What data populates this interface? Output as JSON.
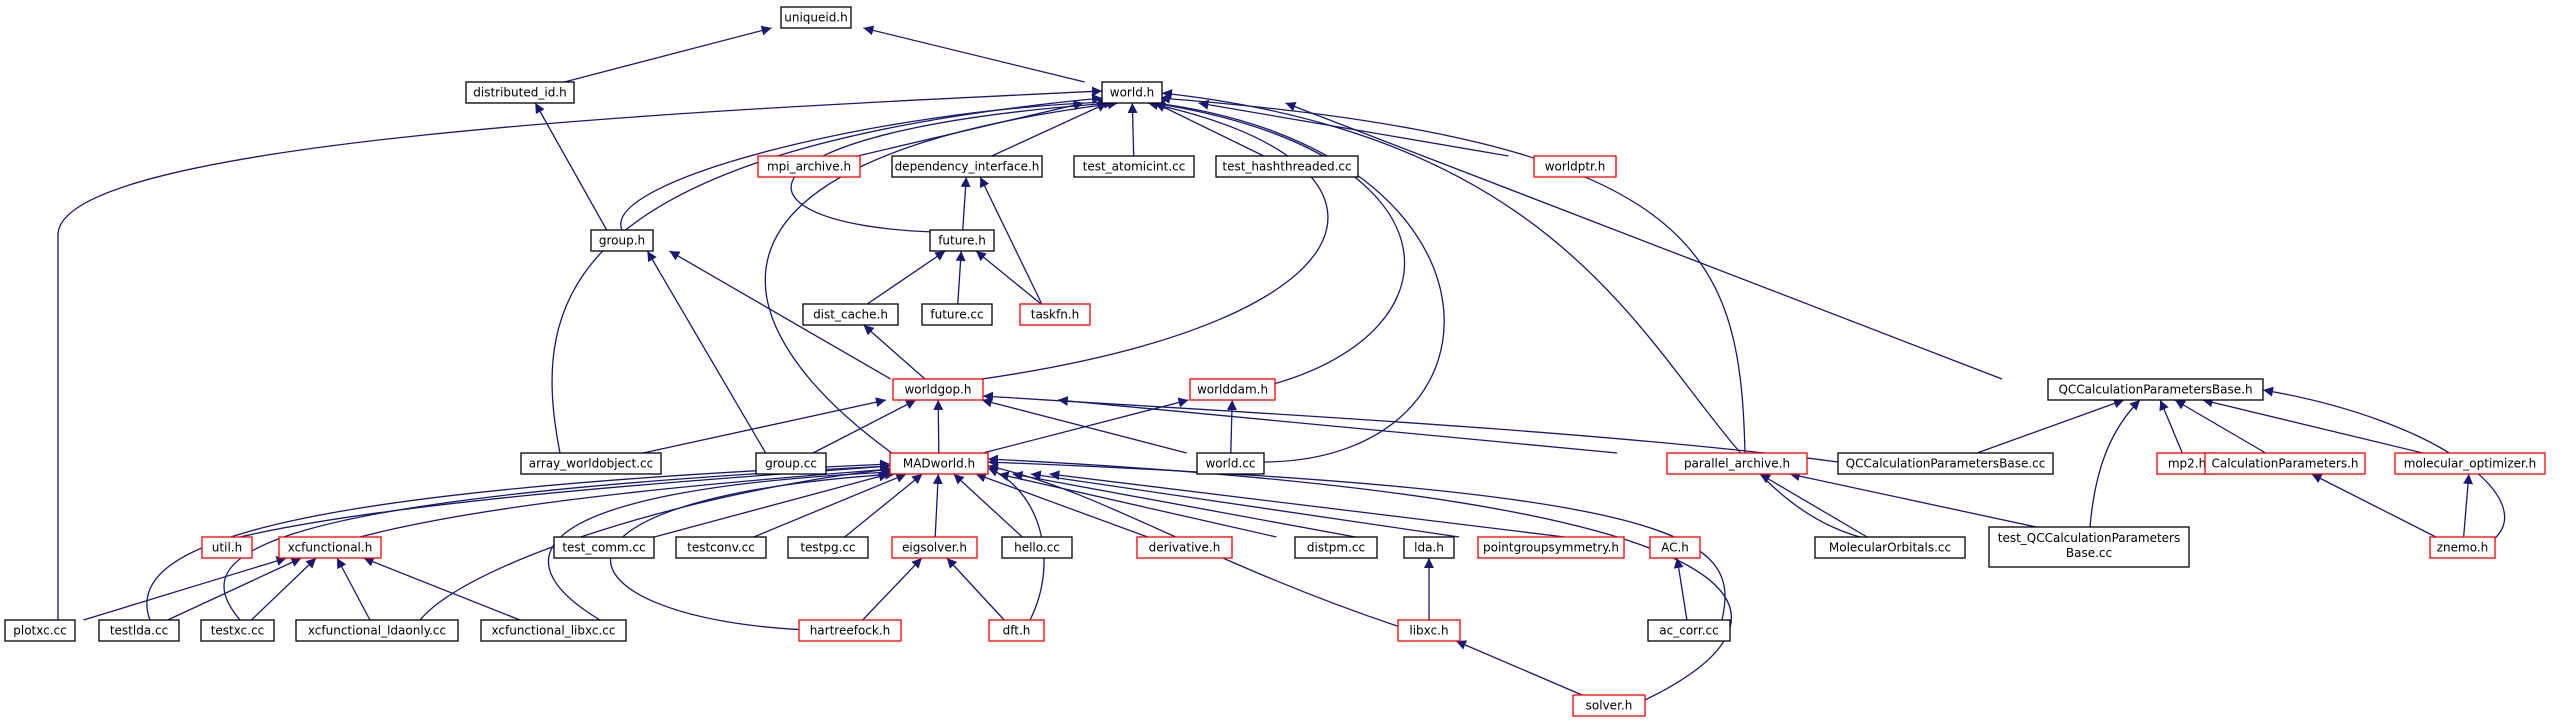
{
  "diagram": {
    "colors": {
      "edge": "#191970",
      "border_normal": "#000000",
      "border_truncated": "#ff0000",
      "root_fill": "#bfbfbf",
      "node_fill": "#ffffff",
      "text": "#000000"
    },
    "nodes": [
      {
        "id": "uniqueid",
        "label": "uniqueid.h",
        "style": "root"
      },
      {
        "id": "distributed_id",
        "label": "distributed_id.h",
        "style": "normal"
      },
      {
        "id": "world",
        "label": "world.h",
        "style": "normal"
      },
      {
        "id": "mpi_archive",
        "label": "mpi_archive.h",
        "style": "truncated"
      },
      {
        "id": "dependency_interface",
        "label": "dependency_interface.h",
        "style": "normal"
      },
      {
        "id": "test_atomicint",
        "label": "test_atomicint.cc",
        "style": "normal"
      },
      {
        "id": "test_hashthreaded",
        "label": "test_hashthreaded.cc",
        "style": "normal"
      },
      {
        "id": "worldptr",
        "label": "worldptr.h",
        "style": "truncated"
      },
      {
        "id": "group_h",
        "label": "group.h",
        "style": "normal"
      },
      {
        "id": "future_h",
        "label": "future.h",
        "style": "normal"
      },
      {
        "id": "dist_cache",
        "label": "dist_cache.h",
        "style": "normal"
      },
      {
        "id": "future_cc",
        "label": "future.cc",
        "style": "normal"
      },
      {
        "id": "taskfn",
        "label": "taskfn.h",
        "style": "truncated"
      },
      {
        "id": "worldgop",
        "label": "worldgop.h",
        "style": "truncated"
      },
      {
        "id": "worlddam",
        "label": "worlddam.h",
        "style": "truncated"
      },
      {
        "id": "qccpb_h",
        "label": "QCCalculationParametersBase.h",
        "style": "normal"
      },
      {
        "id": "array_worldobject",
        "label": "array_worldobject.cc",
        "style": "normal"
      },
      {
        "id": "group_cc",
        "label": "group.cc",
        "style": "normal"
      },
      {
        "id": "madworld",
        "label": "MADworld.h",
        "style": "truncated"
      },
      {
        "id": "world_cc",
        "label": "world.cc",
        "style": "normal"
      },
      {
        "id": "parallel_archive",
        "label": "parallel_archive.h",
        "style": "truncated"
      },
      {
        "id": "qccpb_cc",
        "label": "QCCalculationParametersBase.cc",
        "style": "normal"
      },
      {
        "id": "mp2",
        "label": "mp2.h",
        "style": "truncated"
      },
      {
        "id": "calc_params",
        "label": "CalculationParameters.h",
        "style": "truncated"
      },
      {
        "id": "mol_opt",
        "label": "molecular_optimizer.h",
        "style": "truncated"
      },
      {
        "id": "util",
        "label": "util.h",
        "style": "truncated"
      },
      {
        "id": "xcfunctional",
        "label": "xcfunctional.h",
        "style": "truncated"
      },
      {
        "id": "test_comm",
        "label": "test_comm.cc",
        "style": "normal"
      },
      {
        "id": "testconv",
        "label": "testconv.cc",
        "style": "normal"
      },
      {
        "id": "testpg",
        "label": "testpg.cc",
        "style": "normal"
      },
      {
        "id": "eigsolver",
        "label": "eigsolver.h",
        "style": "truncated"
      },
      {
        "id": "hello",
        "label": "hello.cc",
        "style": "normal"
      },
      {
        "id": "derivative",
        "label": "derivative.h",
        "style": "truncated"
      },
      {
        "id": "distpm",
        "label": "distpm.cc",
        "style": "normal"
      },
      {
        "id": "lda",
        "label": "lda.h",
        "style": "normal"
      },
      {
        "id": "pointgroupsymmetry",
        "label": "pointgroupsymmetry.h",
        "style": "truncated"
      },
      {
        "id": "ac_h",
        "label": "AC.h",
        "style": "truncated"
      },
      {
        "id": "molecular_orbitals",
        "label": "MolecularOrbitals.cc",
        "style": "normal"
      },
      {
        "id": "test_qccpb",
        "label": "test_QCCalculationParameters",
        "label2": "Base.cc",
        "style": "normal"
      },
      {
        "id": "znemo",
        "label": "znemo.h",
        "style": "truncated"
      },
      {
        "id": "plotxc",
        "label": "plotxc.cc",
        "style": "normal"
      },
      {
        "id": "testlda",
        "label": "testlda.cc",
        "style": "normal"
      },
      {
        "id": "testxc",
        "label": "testxc.cc",
        "style": "normal"
      },
      {
        "id": "xcf_ldaonly",
        "label": "xcfunctional_ldaonly.cc",
        "style": "normal"
      },
      {
        "id": "xcf_libxc",
        "label": "xcfunctional_libxc.cc",
        "style": "normal"
      },
      {
        "id": "hartreefock",
        "label": "hartreefock.h",
        "style": "truncated"
      },
      {
        "id": "dft",
        "label": "dft.h",
        "style": "truncated"
      },
      {
        "id": "libxc",
        "label": "libxc.h",
        "style": "truncated"
      },
      {
        "id": "ac_corr",
        "label": "ac_corr.cc",
        "style": "normal"
      },
      {
        "id": "solver",
        "label": "solver.h",
        "style": "truncated"
      }
    ],
    "edges": [
      [
        "distributed_id",
        "uniqueid"
      ],
      [
        "world",
        "uniqueid"
      ],
      [
        "group_h",
        "distributed_id"
      ],
      [
        "mpi_archive",
        "world"
      ],
      [
        "dependency_interface",
        "world"
      ],
      [
        "test_atomicint",
        "world"
      ],
      [
        "test_hashthreaded",
        "world"
      ],
      [
        "worldptr",
        "world"
      ],
      [
        "group_h",
        "world"
      ],
      [
        "future_h",
        "world"
      ],
      [
        "worldgop",
        "world"
      ],
      [
        "worlddam",
        "world"
      ],
      [
        "qccpb_h",
        "world"
      ],
      [
        "array_worldobject",
        "world"
      ],
      [
        "madworld",
        "world"
      ],
      [
        "world_cc",
        "world"
      ],
      [
        "parallel_archive",
        "world"
      ],
      [
        "molecular_orbitals",
        "world"
      ],
      [
        "plotxc",
        "world"
      ],
      [
        "future_h",
        "dependency_interface"
      ],
      [
        "taskfn",
        "dependency_interface"
      ],
      [
        "dist_cache",
        "future_h"
      ],
      [
        "future_cc",
        "future_h"
      ],
      [
        "taskfn",
        "future_h"
      ],
      [
        "worldgop",
        "group_h"
      ],
      [
        "group_cc",
        "group_h"
      ],
      [
        "worldgop",
        "dist_cache"
      ],
      [
        "array_worldobject",
        "worldgop"
      ],
      [
        "group_cc",
        "worldgop"
      ],
      [
        "madworld",
        "worldgop"
      ],
      [
        "world_cc",
        "worldgop"
      ],
      [
        "parallel_archive",
        "worldgop"
      ],
      [
        "qccpb_cc",
        "worldgop"
      ],
      [
        "madworld",
        "worlddam"
      ],
      [
        "world_cc",
        "worlddam"
      ],
      [
        "qccpb_cc",
        "qccpb_h"
      ],
      [
        "mp2",
        "qccpb_h"
      ],
      [
        "calc_params",
        "qccpb_h"
      ],
      [
        "mol_opt",
        "qccpb_h"
      ],
      [
        "test_qccpb",
        "qccpb_h"
      ],
      [
        "znemo",
        "qccpb_h"
      ],
      [
        "molecular_orbitals",
        "parallel_archive"
      ],
      [
        "test_qccpb",
        "parallel_archive"
      ],
      [
        "znemo",
        "calc_params"
      ],
      [
        "znemo",
        "mol_opt"
      ],
      [
        "util",
        "madworld"
      ],
      [
        "xcfunctional",
        "madworld"
      ],
      [
        "test_comm",
        "madworld"
      ],
      [
        "testconv",
        "madworld"
      ],
      [
        "testpg",
        "madworld"
      ],
      [
        "eigsolver",
        "madworld"
      ],
      [
        "hello",
        "madworld"
      ],
      [
        "derivative",
        "madworld"
      ],
      [
        "distpm",
        "madworld"
      ],
      [
        "lda",
        "madworld"
      ],
      [
        "pointgroupsymmetry",
        "madworld"
      ],
      [
        "ac_h",
        "madworld"
      ],
      [
        "testlda",
        "madworld"
      ],
      [
        "testxc",
        "madworld"
      ],
      [
        "xcf_ldaonly",
        "madworld"
      ],
      [
        "xcf_libxc",
        "madworld"
      ],
      [
        "hartreefock",
        "madworld"
      ],
      [
        "dft",
        "madworld"
      ],
      [
        "libxc",
        "madworld"
      ],
      [
        "ac_corr",
        "madworld"
      ],
      [
        "solver",
        "madworld"
      ],
      [
        "plotxc",
        "xcfunctional"
      ],
      [
        "testlda",
        "xcfunctional"
      ],
      [
        "testxc",
        "xcfunctional"
      ],
      [
        "xcf_ldaonly",
        "xcfunctional"
      ],
      [
        "xcf_libxc",
        "xcfunctional"
      ],
      [
        "hartreefock",
        "eigsolver"
      ],
      [
        "dft",
        "eigsolver"
      ],
      [
        "libxc",
        "lda"
      ],
      [
        "ac_corr",
        "ac_h"
      ],
      [
        "solver",
        "libxc"
      ]
    ]
  }
}
